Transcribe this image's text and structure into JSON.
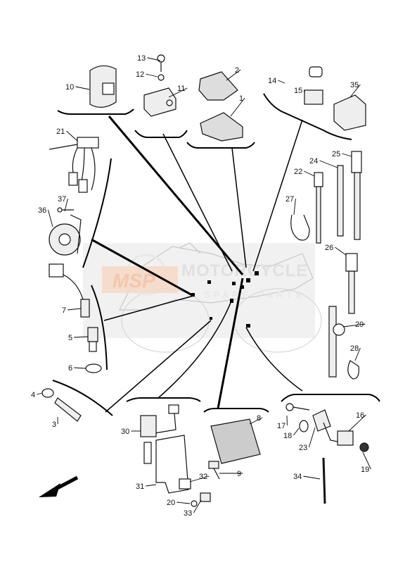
{
  "watermark": {
    "brand": "MOTORCYCLE",
    "sub": "SPARE PARTS",
    "logo": "MSP"
  },
  "callouts": [
    "13",
    "12",
    "11",
    "10",
    "2",
    "1",
    "14",
    "15",
    "35",
    "21",
    "25",
    "24",
    "22",
    "37",
    "36",
    "27",
    "26",
    "7",
    "5",
    "6",
    "29",
    "28",
    "4",
    "3",
    "30",
    "8",
    "17",
    "16",
    "18",
    "23",
    "9",
    "19",
    "31",
    "32",
    "20",
    "33",
    "34"
  ]
}
